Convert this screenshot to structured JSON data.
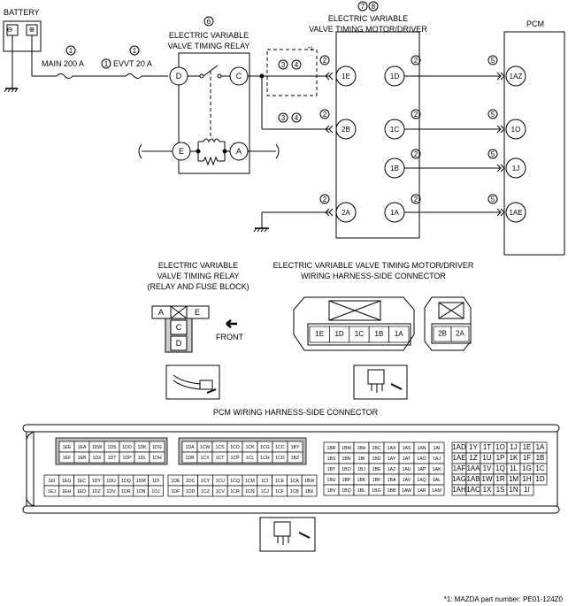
{
  "battery": {
    "label": "BATTERY",
    "minus": "⊖",
    "plus": "⊕"
  },
  "fuses": {
    "main": {
      "num": "1",
      "label": "MAIN 200 A"
    },
    "evvt": {
      "num": "1",
      "label": "EVVT 20 A"
    },
    "between_num": "1"
  },
  "relay": {
    "num": "6",
    "label_line1": "ELECTRIC VARIABLE",
    "label_line2": "VALVE TIMING RELAY",
    "terminals": [
      "D",
      "C",
      "E",
      "A"
    ]
  },
  "motor": {
    "num1": "7",
    "num2": "8",
    "label_line1": "ELECTRIC VARIABLE",
    "label_line2": "VALVE TIMING MOTOR/DRIVER",
    "left_terminals": [
      "1E",
      "2B",
      "2A"
    ],
    "right_terminals": [
      "1D",
      "1C",
      "1B",
      "1A"
    ]
  },
  "pcm": {
    "label": "PCM",
    "terminals": [
      "1AZ",
      "1O",
      "1J",
      "1AE"
    ]
  },
  "wire_refs": {
    "n2": "2",
    "n3": "3",
    "n4": "4",
    "n5": "5",
    "star": "*1"
  },
  "relay_connector": {
    "title_line1": "ELECTRIC VARIABLE",
    "title_line2": "VALVE TIMING RELAY",
    "title_line3": "(RELAY AND FUSE BLOCK)",
    "cells": [
      "A",
      "E",
      "C",
      "D"
    ],
    "front": "FRONT"
  },
  "motor_connector": {
    "title_line1": "ELECTRIC VARIABLE VALVE TIMING MOTOR/DRIVER",
    "title_line2": "WIRING HARNESS-SIDE CONNECTOR",
    "pins_large": [
      "1E",
      "1D",
      "1C",
      "1B",
      "1A"
    ],
    "pins_small": [
      "2B",
      "2A"
    ]
  },
  "pcm_connector": {
    "title": "PCM WIRING HARNESS-SIDE CONNECTOR",
    "block1_row1": [
      "1EE",
      "1EA",
      "1DW",
      "1DS",
      "1DO",
      "1DK",
      "1DG"
    ],
    "block1_row2": [
      "1EF",
      "1EB",
      "1DX",
      "1DT",
      "1DP",
      "1DL",
      "1DH"
    ],
    "block2_row1": [
      "1DA",
      "1CW",
      "1CS",
      "1CO",
      "1CK",
      "1CG",
      "1CC",
      "1BY"
    ],
    "block2_row2": [
      "1DB",
      "1CX",
      "1CT",
      "1CP",
      "1CL",
      "1CH",
      "1CD",
      "1BZ"
    ],
    "block3_row1": [
      "1EI",
      "1EG",
      "1EC",
      "1DY",
      "1DU",
      "1DQ",
      "1DM",
      "1DI"
    ],
    "block3_row2": [
      "1EJ",
      "1EH",
      "1ED",
      "1DZ",
      "1DV",
      "1DR",
      "1DN",
      "1DJ"
    ],
    "block4_row1": [
      "1DE",
      "1DC",
      "1CY",
      "1CU",
      "1CQ",
      "1CM",
      "1CI",
      "1CE",
      "1CA",
      "1BW"
    ],
    "block4_row2": [
      "1DF",
      "1DD",
      "1CZ",
      "1CV",
      "1CR",
      "1CN",
      "1CJ",
      "1CF",
      "1CB",
      "1BX"
    ],
    "block5_rows": [
      [
        "1BR",
        "1BM",
        "1BH",
        "1BC",
        "1AX",
        "1AS",
        "1AN",
        "1AI"
      ],
      [
        "1BS",
        "1BN",
        "1BI",
        "1BD",
        "1AY",
        "1AT",
        "1AO",
        "1AJ"
      ],
      [
        "1BT",
        "1BO",
        "1BJ",
        "1BE",
        "1AZ",
        "1AU",
        "1AP",
        "1AK"
      ],
      [
        "1BU",
        "1BP",
        "1BK",
        "1BF",
        "1BA",
        "1AV",
        "1AQ",
        "1AL"
      ],
      [
        "1BV",
        "1BQ",
        "1BL",
        "1BG",
        "1BB",
        "1AW",
        "1AR",
        "1AM"
      ]
    ],
    "block6_rows": [
      [
        "1AD",
        "1Y",
        "1T",
        "1O",
        "1J",
        "1E",
        "1A"
      ],
      [
        "1AE",
        "1Z",
        "1U",
        "1P",
        "1K",
        "1F",
        "1B"
      ],
      [
        "1AF",
        "1AA",
        "1V",
        "1Q",
        "1L",
        "1G",
        "1C"
      ],
      [
        "1AG",
        "1AB",
        "1W",
        "1R",
        "1M",
        "1H",
        "1D"
      ],
      [
        "1AH",
        "1AC",
        "1X",
        "1S",
        "1N",
        "1I"
      ]
    ]
  },
  "footnote": "*1: MAZDA part number: PE01-124Z0"
}
